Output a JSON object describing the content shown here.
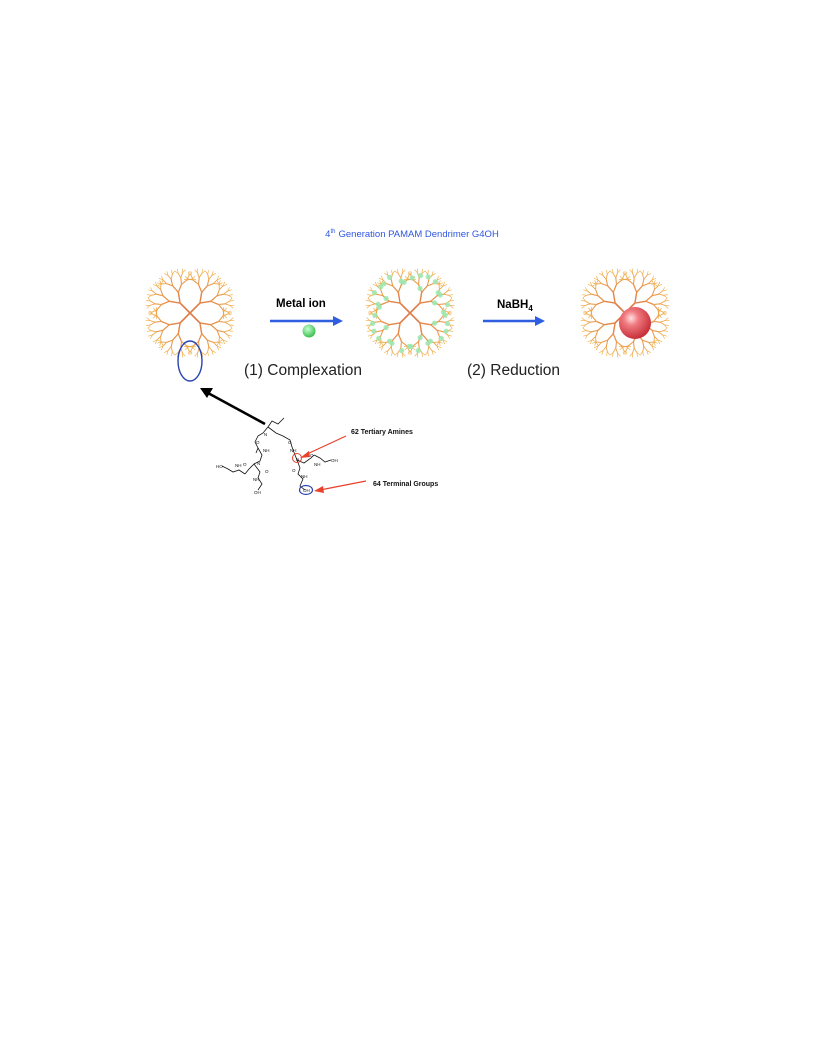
{
  "title": {
    "superscript": "th",
    "prefix": "4",
    "text": "Generation PAMAM Dendrimer G4OH",
    "color": "#2f55e0"
  },
  "steps": {
    "step1_reagent": "Metal ion",
    "step1_label": "(1) Complexation",
    "step2_reagent_main": "NaBH",
    "step2_reagent_sub": "4",
    "step2_label": "(2) Reduction"
  },
  "annotations": {
    "tertiary_amines": "62 Tertiary Amines",
    "terminal_groups": "64 Terminal Groups"
  },
  "structure_labels": {
    "nh": "NH",
    "n": "N",
    "oh": "OH",
    "ho": "HO",
    "o": "O"
  },
  "colors": {
    "dendrimer_inner": "#e07a45",
    "dendrimer_outer": "#f0b050",
    "arrow_blue": "#2f5fe0",
    "metal_ion": "#55d66a",
    "nanoparticle": "#e8505a",
    "annotation_red": "#e8402a",
    "highlight_blue": "#2a45b0"
  }
}
